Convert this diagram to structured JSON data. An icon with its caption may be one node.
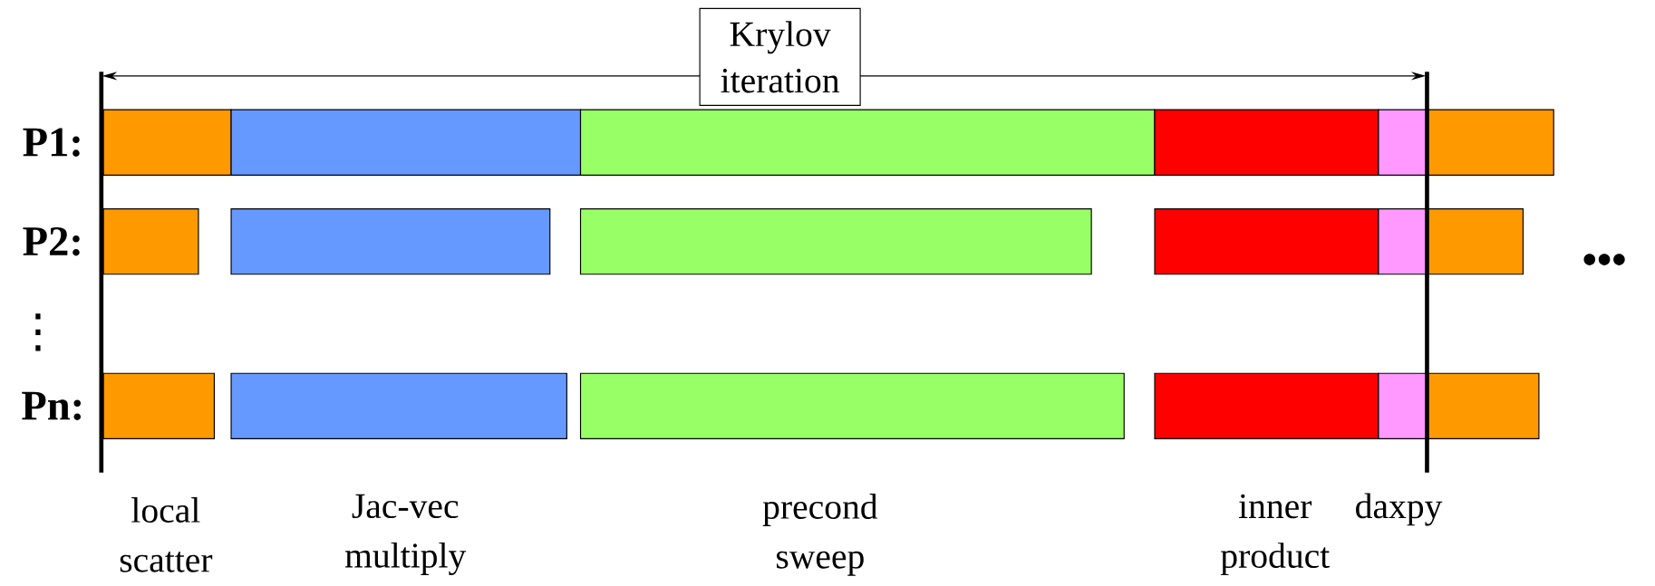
{
  "diagram": {
    "nodes": [
      {
        "text": [
          "Krylov iteration"
        ]
      }
    ],
    "labels": [
      "P1:",
      "P2:",
      "•••",
      "⋮",
      "Pn:",
      "local scatter",
      "Jac-vec multiply",
      "precond sweep",
      "inner product",
      "daxpy"
    ]
  }
}
